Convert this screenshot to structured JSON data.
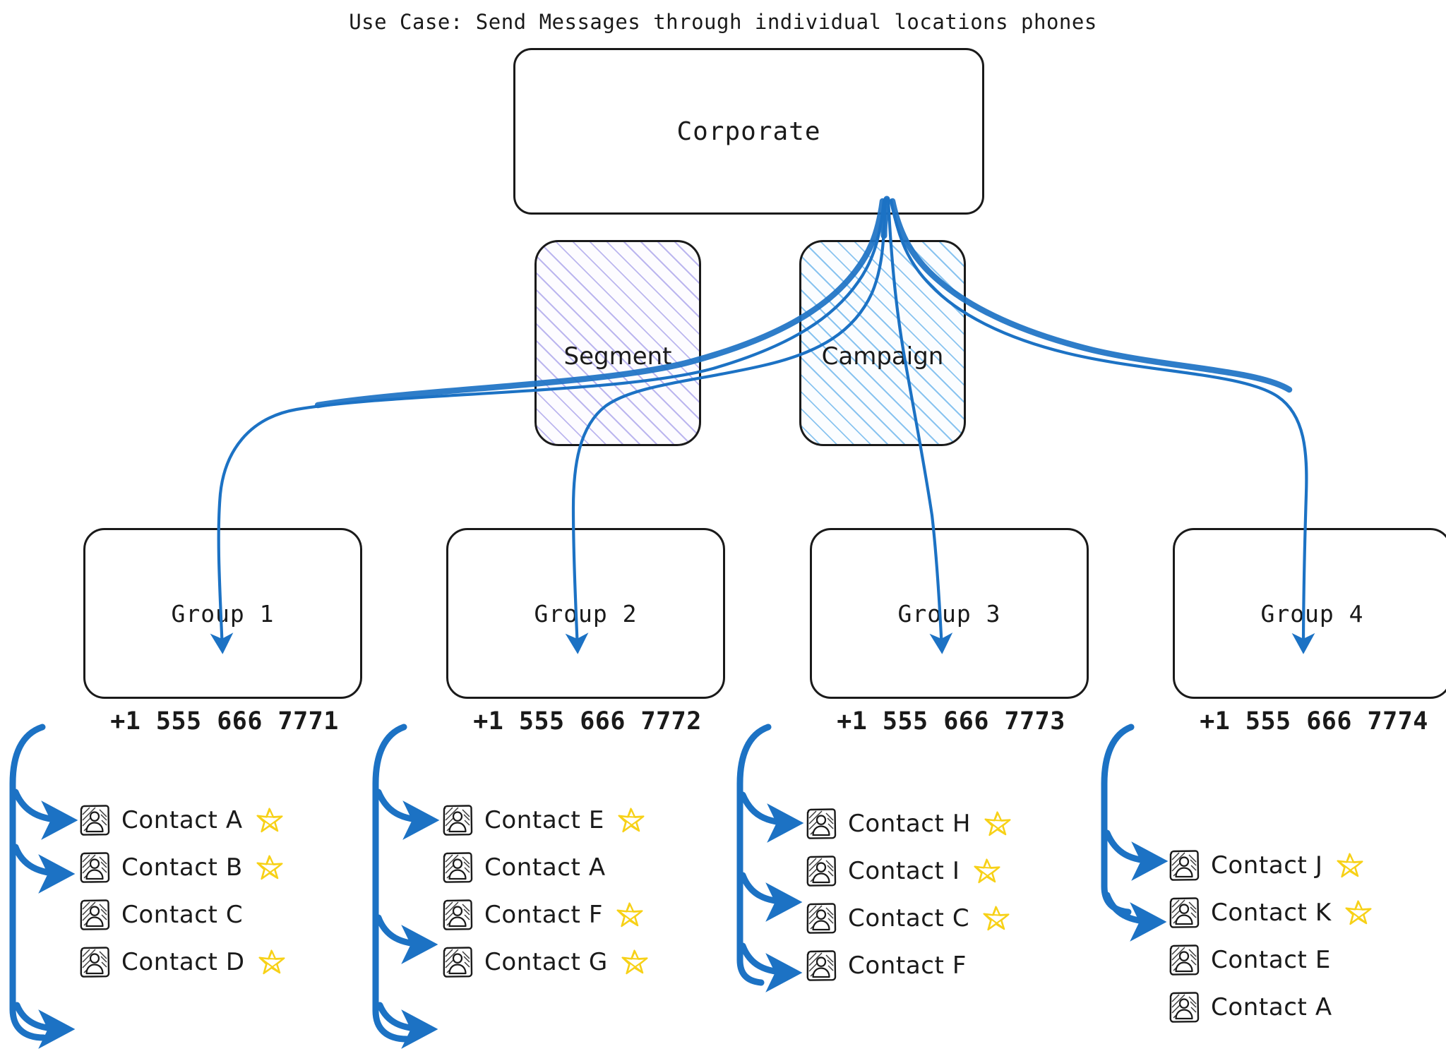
{
  "title": "Use Case: Send Messages through individual locations phones",
  "colors": {
    "arrow_blue": "#1c72c4",
    "star_gold": "#f7d117",
    "segment_hatch": "#b1aaec",
    "campaign_hatch": "#7dbeee",
    "stroke_black": "#1a1a1a",
    "background": "#ffffff"
  },
  "top_nodes": {
    "corporate": {
      "label": "Corporate"
    },
    "segment": {
      "label": "Segment"
    },
    "campaign": {
      "label": "Campaign"
    }
  },
  "groups": [
    {
      "label": "Group 1",
      "phone": "+1 555 666 7771",
      "contacts": [
        {
          "name": "Contact A",
          "starred": true,
          "targeted": true
        },
        {
          "name": "Contact B",
          "starred": true,
          "targeted": true
        },
        {
          "name": "Contact C",
          "starred": false,
          "targeted": false
        },
        {
          "name": "Contact D",
          "starred": true,
          "targeted": true
        }
      ]
    },
    {
      "label": "Group 2",
      "phone": "+1 555 666 7772",
      "contacts": [
        {
          "name": "Contact E",
          "starred": true,
          "targeted": true
        },
        {
          "name": "Contact A",
          "starred": false,
          "targeted": false
        },
        {
          "name": "Contact F",
          "starred": true,
          "targeted": true
        },
        {
          "name": "Contact G",
          "starred": true,
          "targeted": true
        }
      ]
    },
    {
      "label": "Group 3",
      "phone": "+1 555 666 7773",
      "contacts": [
        {
          "name": "Contact H",
          "starred": true,
          "targeted": true
        },
        {
          "name": "Contact I",
          "starred": true,
          "targeted": true
        },
        {
          "name": "Contact C",
          "starred": true,
          "targeted": true
        },
        {
          "name": "Contact F",
          "starred": false,
          "targeted": false
        }
      ]
    },
    {
      "label": "Group 4",
      "phone": "+1 555 666 7774",
      "contacts": [
        {
          "name": "Contact J",
          "starred": true,
          "targeted": true
        },
        {
          "name": "Contact K",
          "starred": true,
          "targeted": true
        },
        {
          "name": "Contact E",
          "starred": false,
          "targeted": false
        },
        {
          "name": "Contact A",
          "starred": false,
          "targeted": false
        }
      ]
    }
  ],
  "icons": {
    "contact_avatar": "contact-avatar-icon",
    "star": "star-icon"
  }
}
